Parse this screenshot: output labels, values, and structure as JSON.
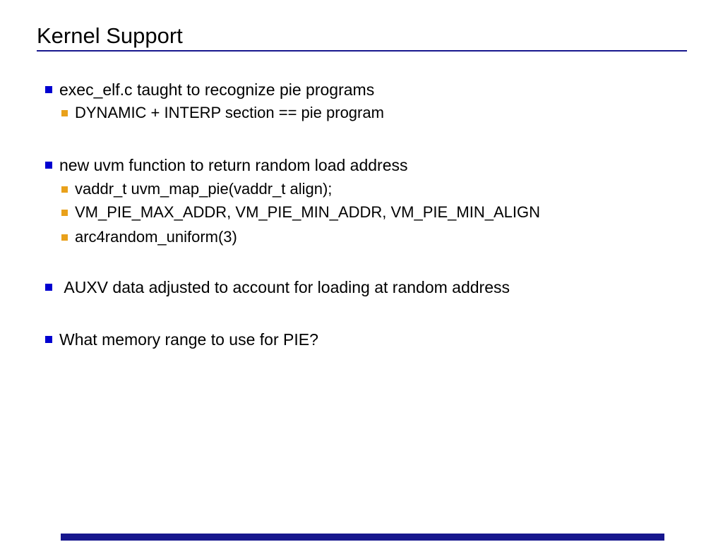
{
  "slide": {
    "title": "Kernel Support",
    "bullets": [
      {
        "level": 1,
        "text": "exec_elf.c taught to recognize pie programs"
      },
      {
        "level": 2,
        "text": "DYNAMIC + INTERP section == pie program"
      },
      {
        "level": 1,
        "text": "new uvm function to return random load address"
      },
      {
        "level": 2,
        "text": "vaddr_t uvm_map_pie(vaddr_t align);"
      },
      {
        "level": 2,
        "text": "VM_PIE_MAX_ADDR, VM_PIE_MIN_ADDR, VM_PIE_MIN_ALIGN"
      },
      {
        "level": 2,
        "text": "arc4random_uniform(3)"
      },
      {
        "level": 1,
        "text": " AUXV data adjusted to account for loading at random address"
      },
      {
        "level": 1,
        "text": "What memory range to use for PIE?"
      }
    ],
    "colors": {
      "background": "#ffffff",
      "text": "#000000",
      "title_rule": "#17178e",
      "bullet_level1": "#0000d0",
      "bullet_level2": "#e9a11b",
      "footer_bar": "#17178e"
    }
  }
}
